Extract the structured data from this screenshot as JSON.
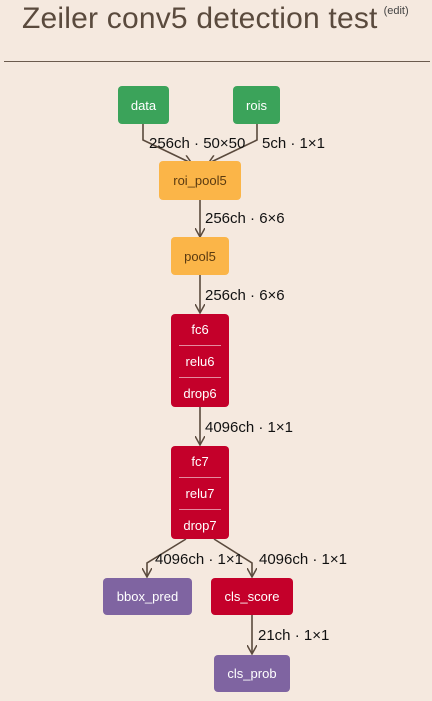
{
  "header": {
    "title": "Zeiler conv5 detection test",
    "edit_label": "(edit)"
  },
  "nodes": {
    "data": "data",
    "rois": "rois",
    "roi_pool5": "roi_pool5",
    "pool5": "pool5",
    "fc6_block": [
      "fc6",
      "relu6",
      "drop6"
    ],
    "fc7_block": [
      "fc7",
      "relu7",
      "drop7"
    ],
    "bbox_pred": "bbox_pred",
    "cls_score": "cls_score",
    "cls_prob": "cls_prob"
  },
  "edges": {
    "data_to_roi_pool5": "256ch · 50×50",
    "rois_to_roi_pool5": "5ch · 1×1",
    "roi_pool5_to_pool5": "256ch · 6×6",
    "pool5_to_fc6": "256ch · 6×6",
    "fc6_to_fc7": "4096ch · 1×1",
    "fc7_to_bbox_pred": "4096ch · 1×1",
    "fc7_to_cls_score": "4096ch · 1×1",
    "cls_score_to_cls_prob": "21ch · 1×1"
  },
  "colors": {
    "data_layer": "#3ba35a",
    "pool_layer": "#fbb548",
    "fc_layer": "#c4002a",
    "output_layer": "#7f64a1",
    "background": "#f5e9df"
  }
}
